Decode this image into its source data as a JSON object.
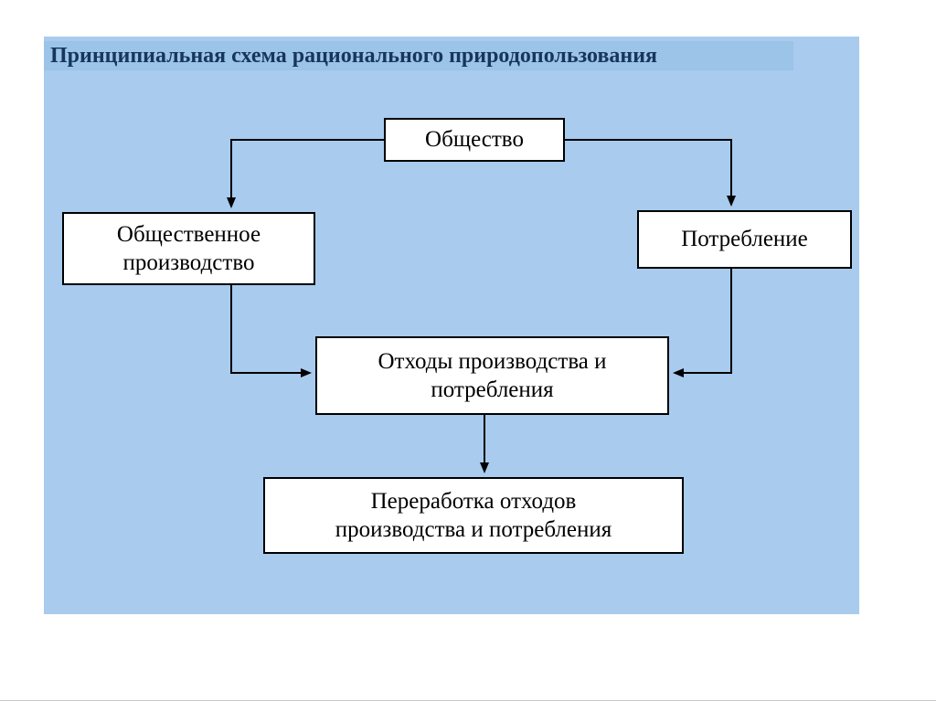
{
  "slide": {
    "title": "Принципиальная схема рационального природопользования"
  },
  "diagram": {
    "nodes": {
      "society": {
        "label": "Общество"
      },
      "production": {
        "label": "Общественное\nпроизводство"
      },
      "consumption": {
        "label": "Потребление"
      },
      "waste": {
        "label": "Отходы производства и\nпотребления"
      },
      "processing": {
        "label": "Переработка отходов\nпроизводства и потребления"
      }
    },
    "edges": [
      {
        "from": "society",
        "to": "production"
      },
      {
        "from": "society",
        "to": "consumption"
      },
      {
        "from": "production",
        "to": "waste"
      },
      {
        "from": "consumption",
        "to": "waste"
      },
      {
        "from": "waste",
        "to": "processing"
      }
    ]
  },
  "colors": {
    "panel_bg": "#a8cbee",
    "title_strip_bg": "#9cc3e8",
    "title_text": "#17365d",
    "node_bg": "#ffffff",
    "node_border": "#000000",
    "arrow": "#000000"
  }
}
